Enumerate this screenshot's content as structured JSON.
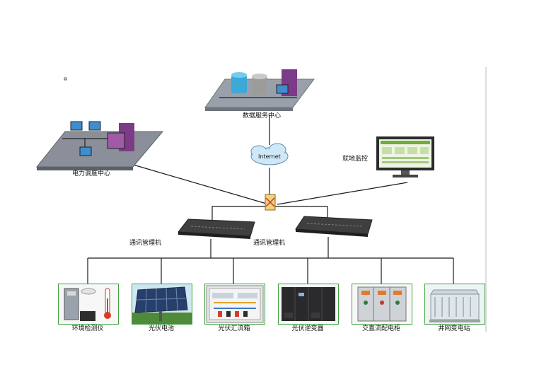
{
  "diagram": {
    "nodes": {
      "data_center": "数据服务中心",
      "internet": "Internet",
      "dispatch_center": "电力调度中心",
      "local_monitor": "就地监控",
      "comm_manager_left": "通讯管理机",
      "comm_manager_right": "通讯管理机"
    },
    "devices": [
      {
        "label": "环境检测仪"
      },
      {
        "label": "光伏电池"
      },
      {
        "label": "光伏汇流箱"
      },
      {
        "label": "光伏逆变器"
      },
      {
        "label": "交直流配电柜"
      },
      {
        "label": "并网变电站"
      }
    ],
    "colors": {
      "line": "#1a1a1a",
      "frame_border": "#3fa13f",
      "platform": "#8a8f99",
      "cloud": "#cfe7f7"
    }
  }
}
